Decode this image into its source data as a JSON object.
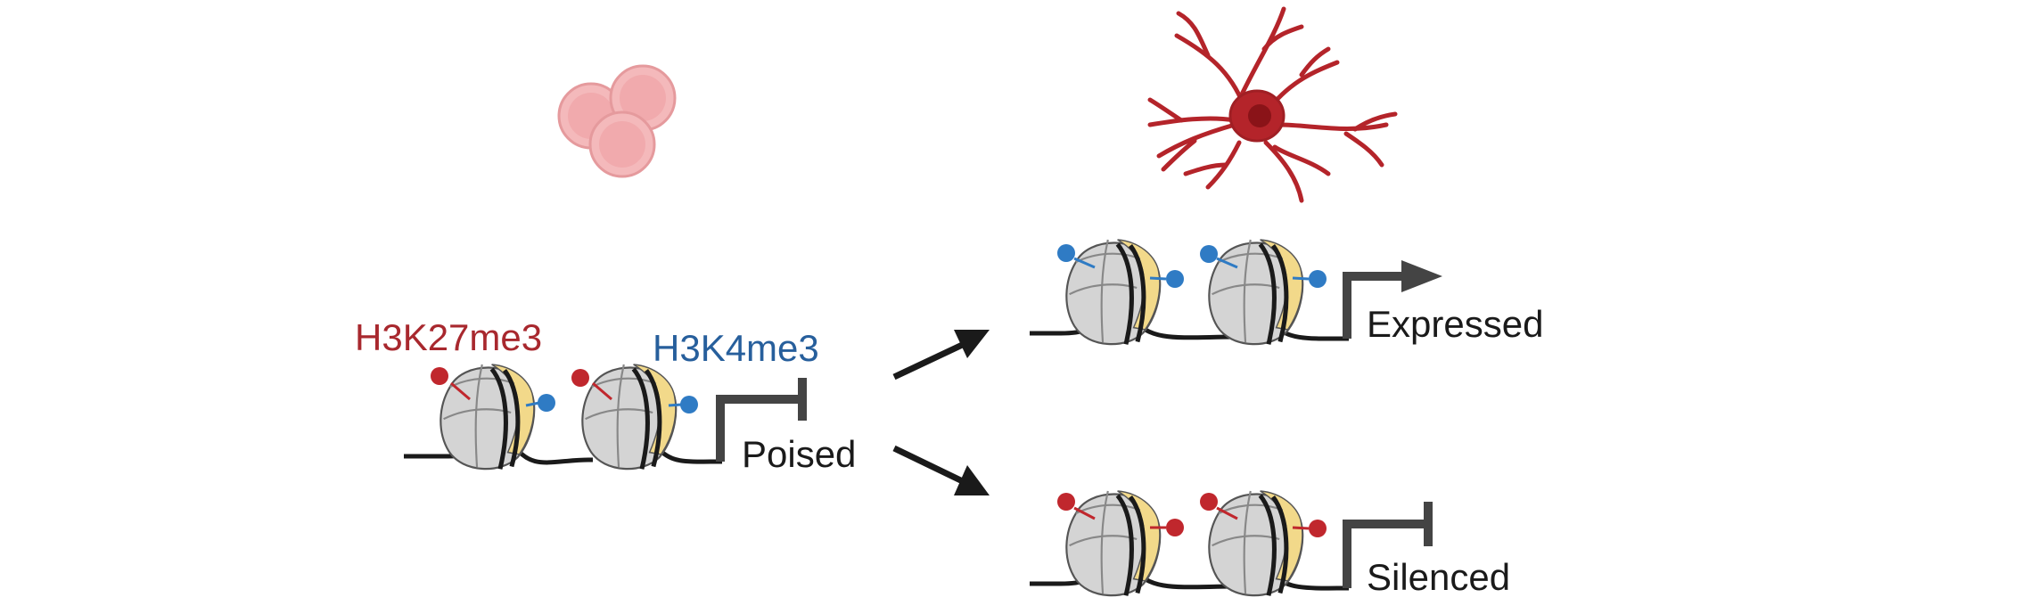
{
  "labels": {
    "h3k27me3": "H3K27me3",
    "h3k4me3": "H3K4me3",
    "poised": "Poised",
    "expressed": "Expressed",
    "silenced": "Silenced"
  },
  "colors": {
    "h3k27me3_mark": "#c0272d",
    "h3k4me3_mark": "#2f7bc4",
    "h3k27me3_text": "#a8282e",
    "h3k4me3_text": "#275f9c",
    "stem_cells": "#eea4a6",
    "neuron": "#b4242a",
    "dna": "#1a1a1a",
    "promoter": "#444444",
    "histone_grey": "#d4d4d4",
    "histone_yellow": "#f2d98a"
  },
  "icons": {
    "stem_cells": "stem-cell-cluster-icon",
    "neuron": "neuron-icon",
    "nucleosome": "nucleosome-icon"
  }
}
